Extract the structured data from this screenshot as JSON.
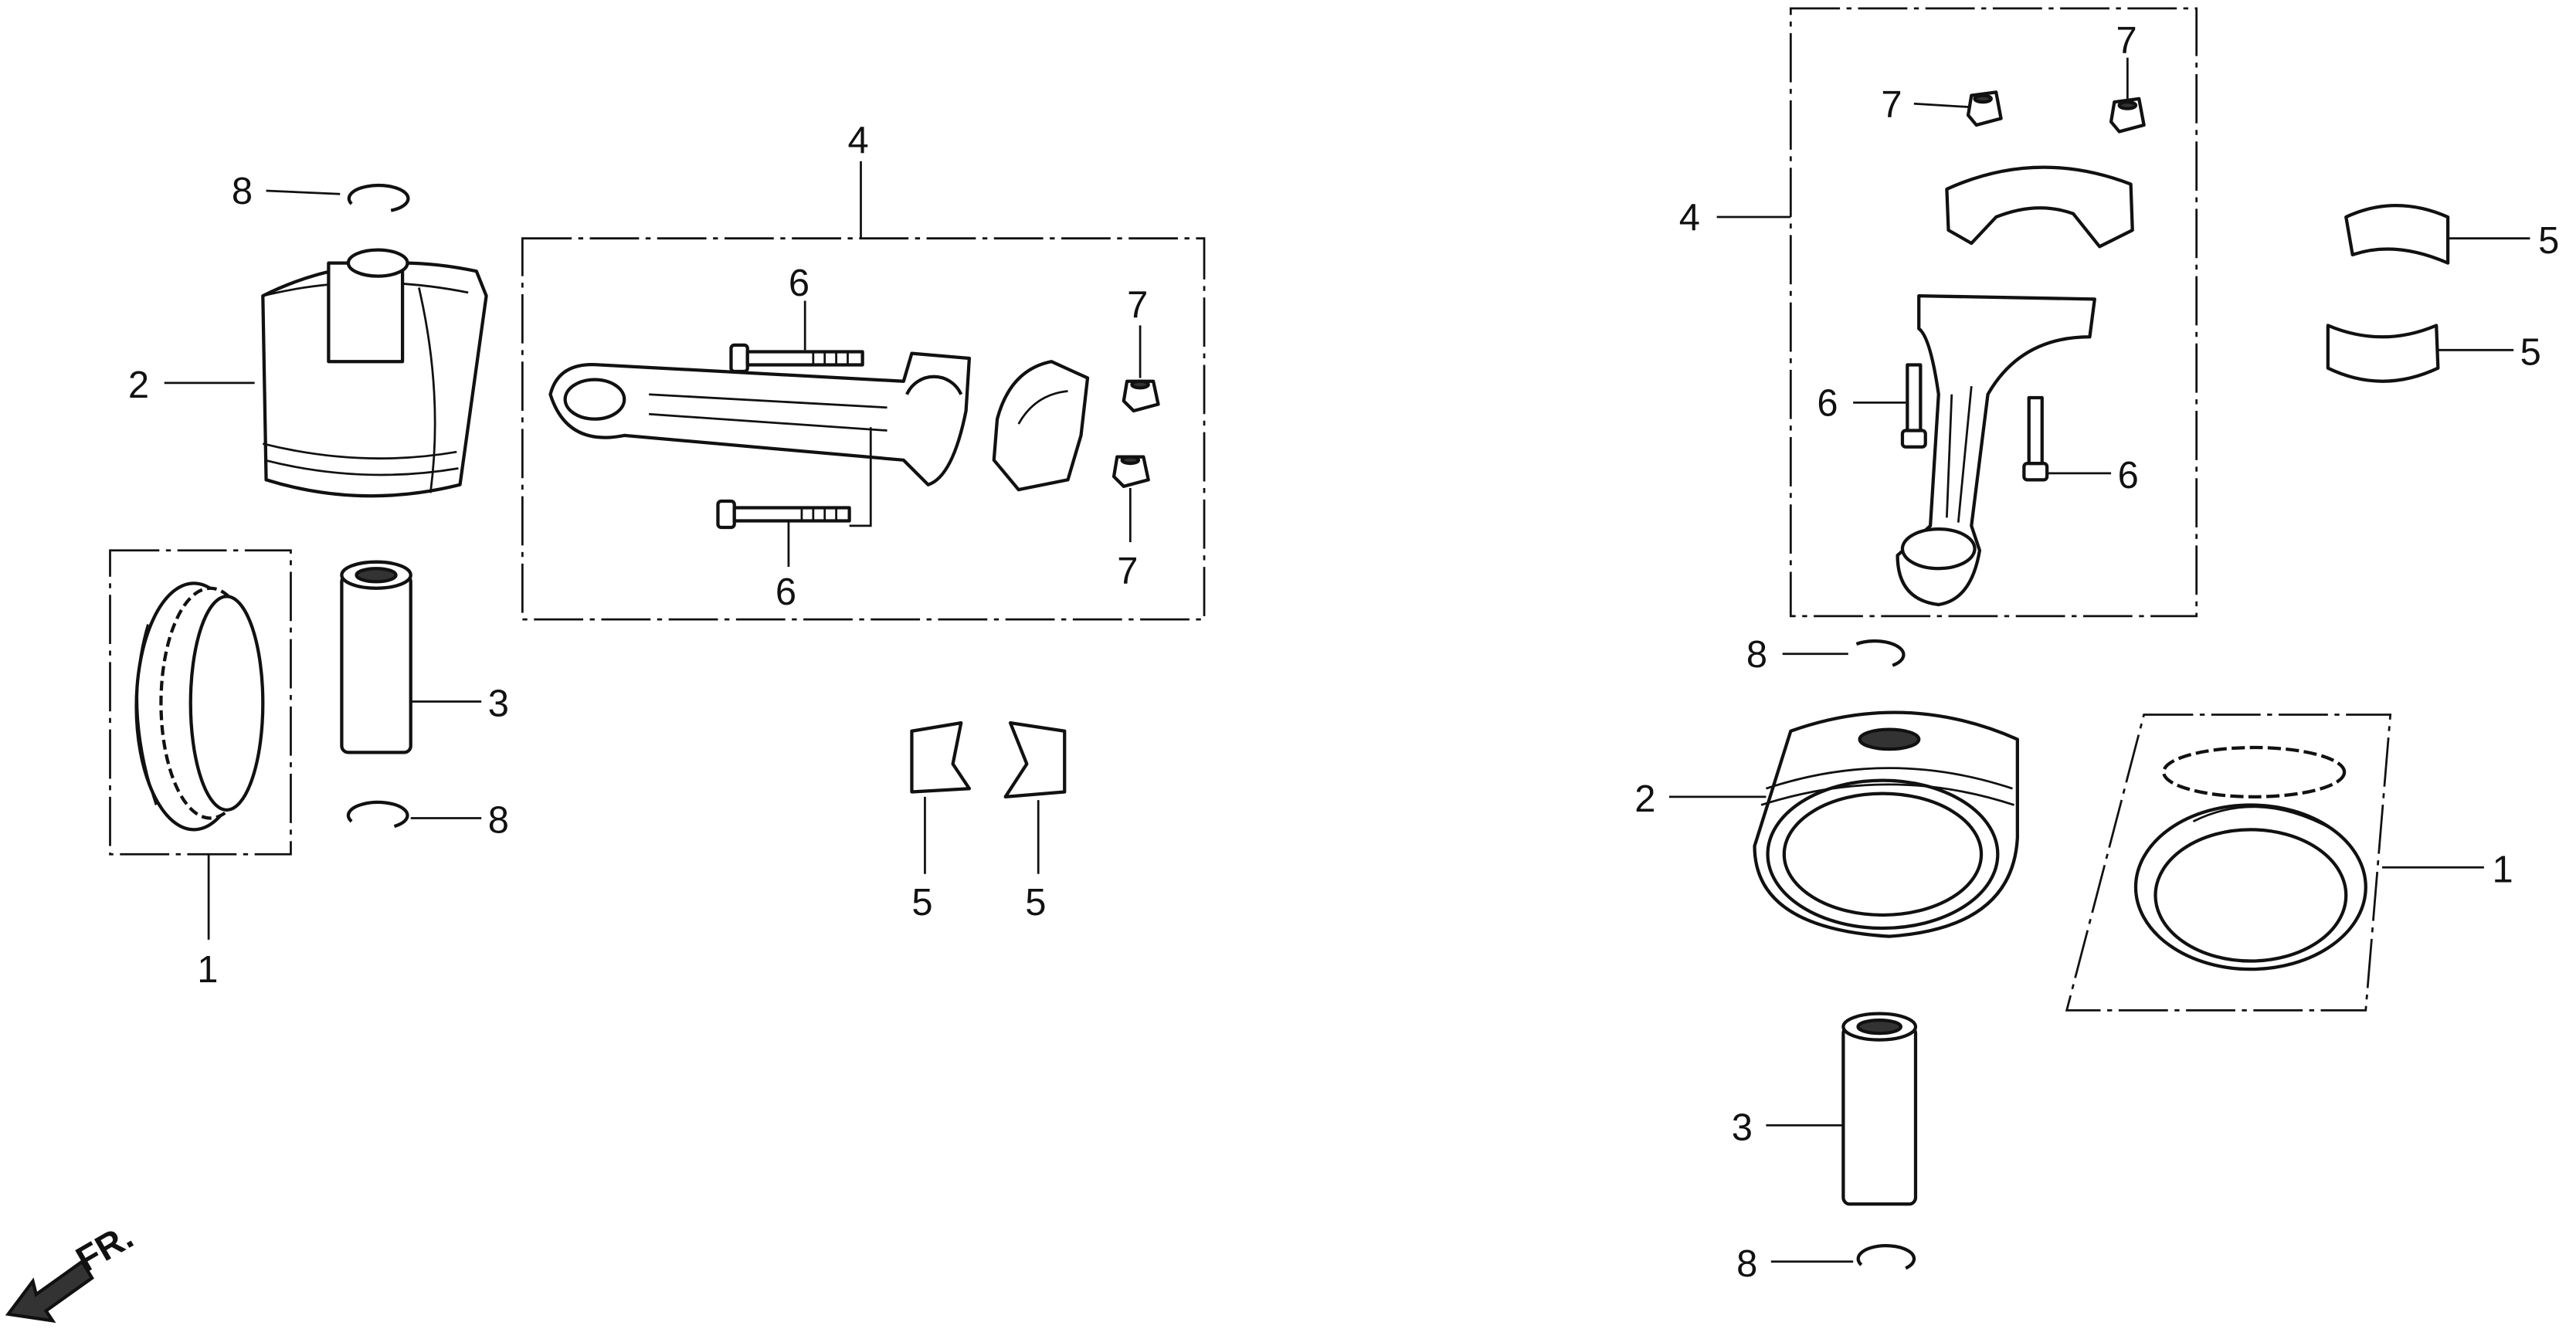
{
  "diagram": {
    "type": "exploded parts diagram",
    "direction_marker": "FR.",
    "left_assembly": {
      "callouts": {
        "ring_clip_top": "8",
        "piston": "2",
        "piston_ring_set": "1",
        "piston_pin": "3",
        "ring_clip_bottom": "8",
        "connecting_rod_assy": "4",
        "bolt_top": "6",
        "bolt_bottom": "6",
        "nut_top": "7",
        "nut_bottom": "7",
        "bearing_a": "5",
        "bearing_b": "5"
      }
    },
    "right_assembly": {
      "callouts": {
        "connecting_rod_assy": "4",
        "nut_left": "7",
        "nut_right": "7",
        "bolt_left": "6",
        "bolt_right": "6",
        "bearing_top": "5",
        "bearing_bottom": "5",
        "ring_clip_top": "8",
        "piston": "2",
        "piston_ring_set": "1",
        "piston_pin": "3",
        "ring_clip_bottom": "8"
      }
    }
  }
}
